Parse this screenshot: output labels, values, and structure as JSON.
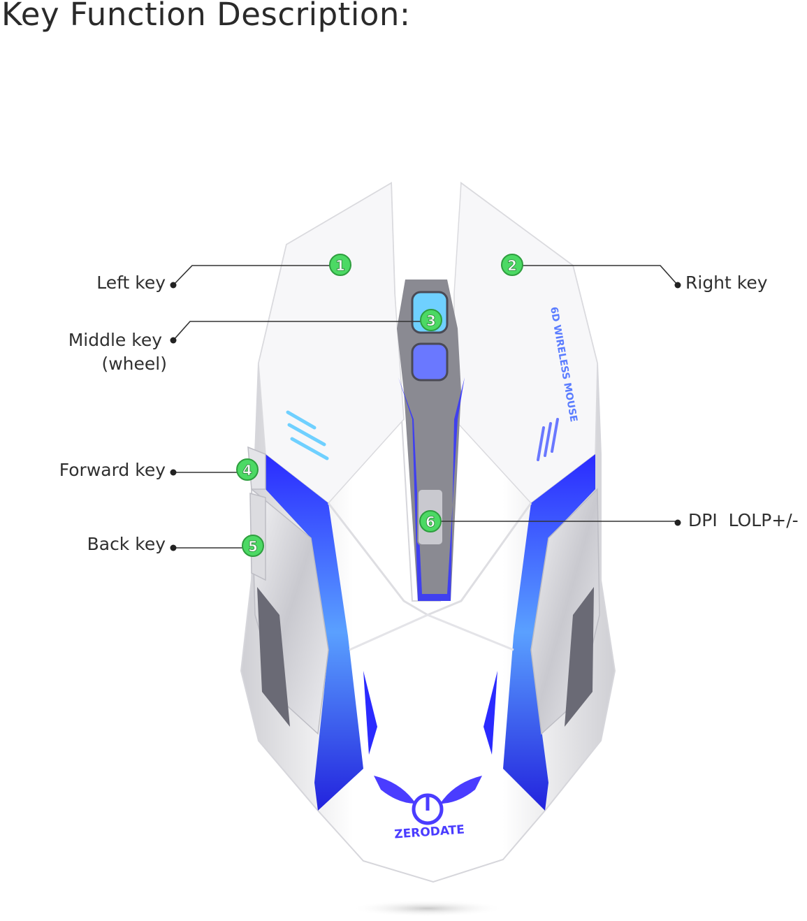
{
  "page": {
    "title": "Key Function Description:"
  },
  "brand": {
    "logo_text": "ZERODATE",
    "side_text": "6D WIRELESS MOUSE"
  },
  "keys": [
    {
      "num": "1",
      "label": "Left key"
    },
    {
      "num": "2",
      "label": "Right key"
    },
    {
      "num": "3",
      "label": "Middle key",
      "label2": "(wheel)"
    },
    {
      "num": "4",
      "label": "Forward key"
    },
    {
      "num": "5",
      "label": "Back key"
    },
    {
      "num": "6",
      "label": "DPI  LOLP+/-"
    }
  ],
  "colors": {
    "badge_fill": "#4cd964",
    "badge_stroke": "#2e9e3e",
    "glow_blue": "#3b3bff",
    "light_blue": "#6fd0ff",
    "mouse_body": "#f2f2f2"
  }
}
